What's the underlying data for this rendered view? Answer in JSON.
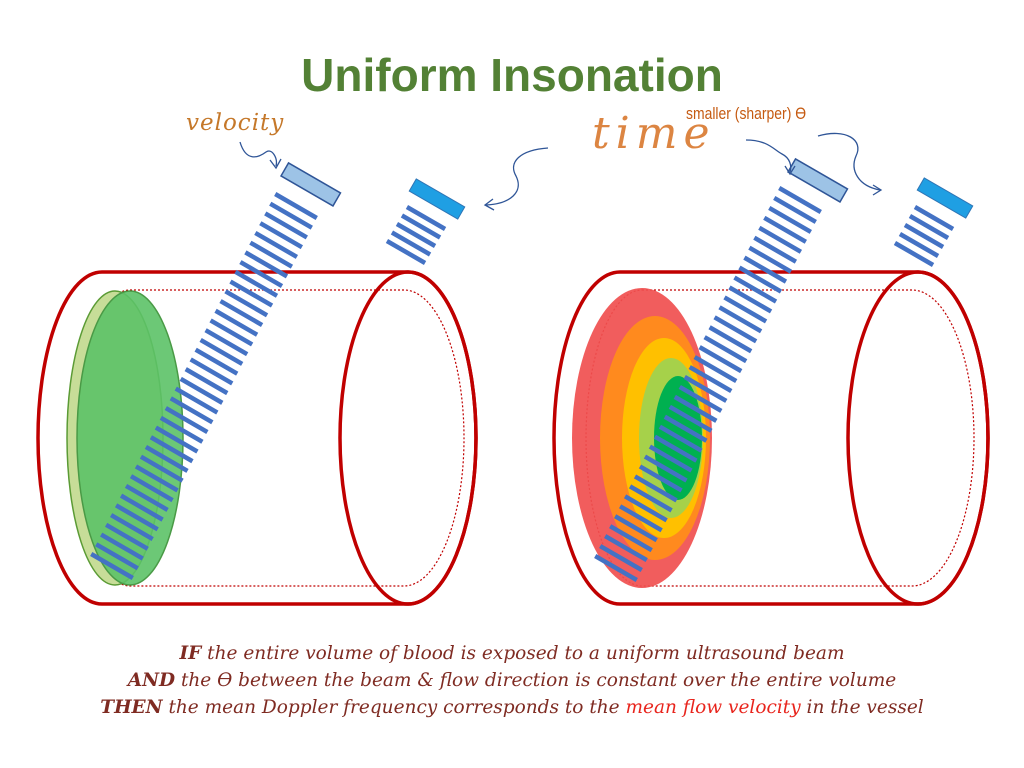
{
  "title": "Uniform Insonation",
  "labels": {
    "velocity": "velocity",
    "time": "time",
    "smaller_angle": "smaller (sharper) ϴ"
  },
  "caption": {
    "line1": {
      "keyword": "IF",
      "text": " the entire volume of blood is exposed to a uniform ultrasound beam"
    },
    "line2": {
      "keyword": "AND",
      "text": " the ϴ between the beam & flow direction is constant over the entire volume"
    },
    "line3": {
      "keyword": "THEN",
      "text_before": " the mean Doppler frequency corresponds to the ",
      "highlight": "mean flow velocity",
      "text_after": " in the vessel"
    }
  },
  "colors": {
    "title": "#538135",
    "vessel_outline": "#c00000",
    "beam": "#4472c4",
    "transducer_active": "#9dc3e6",
    "transducer_idle": "#1f9fe3",
    "uniform_profile": "#5cc267",
    "profile_outer": "#f04f4f",
    "profile_mid": "#ffc000",
    "profile_inner": "#00b050",
    "caption_text": "#7f2b22",
    "caption_highlight": "#e8251d"
  }
}
